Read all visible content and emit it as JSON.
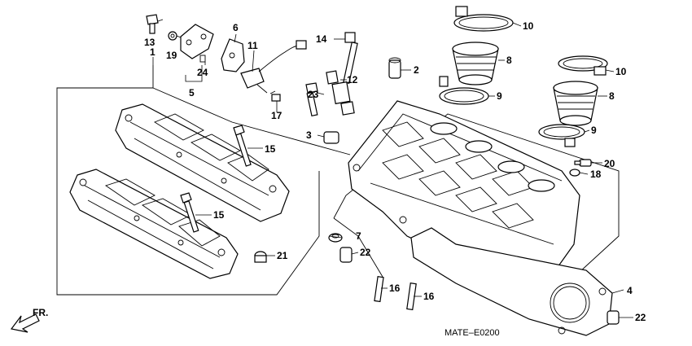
{
  "diagram_code": "MATE–E0200",
  "direction_label": "FR.",
  "callouts": [
    {
      "label": "1"
    },
    {
      "label": "2"
    },
    {
      "label": "3"
    },
    {
      "label": "4"
    },
    {
      "label": "5"
    },
    {
      "label": "6"
    },
    {
      "label": "7"
    },
    {
      "label": "8"
    },
    {
      "label": "8"
    },
    {
      "label": "9"
    },
    {
      "label": "9"
    },
    {
      "label": "10"
    },
    {
      "label": "10"
    },
    {
      "label": "11"
    },
    {
      "label": "12"
    },
    {
      "label": "13"
    },
    {
      "label": "14"
    },
    {
      "label": "15"
    },
    {
      "label": "15"
    },
    {
      "label": "16"
    },
    {
      "label": "16"
    },
    {
      "label": "17"
    },
    {
      "label": "18"
    },
    {
      "label": "19"
    },
    {
      "label": "20"
    },
    {
      "label": "21"
    },
    {
      "label": "22"
    },
    {
      "label": "22"
    },
    {
      "label": "23"
    },
    {
      "label": "24"
    }
  ]
}
